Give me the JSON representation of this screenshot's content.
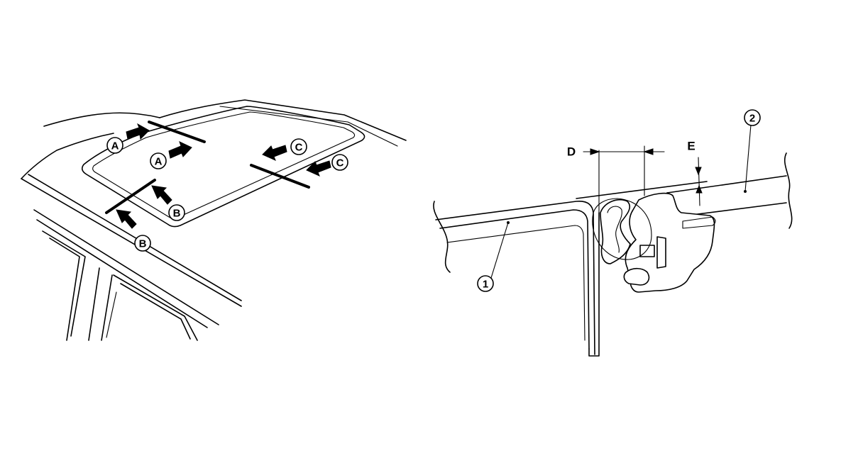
{
  "left_view": {
    "callouts": {
      "a": "A",
      "b": "B",
      "c": "C"
    }
  },
  "right_view": {
    "dimensions": {
      "d": "D",
      "e": "E"
    },
    "parts": {
      "p1": "1",
      "p2": "2"
    }
  }
}
